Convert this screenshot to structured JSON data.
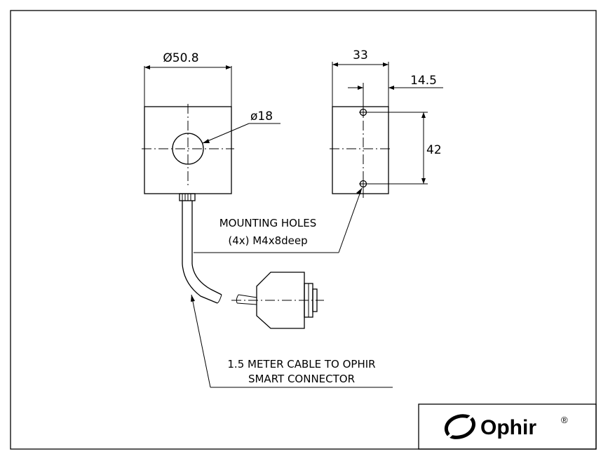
{
  "dimensions": {
    "diameter": "Ø50.8",
    "aperture": "ø18",
    "depth": "33",
    "hole_offset": "14.5",
    "hole_spacing": "42"
  },
  "notes": {
    "mounting_line1": "MOUNTING HOLES",
    "mounting_line2": "(4x) M4x8deep",
    "cable_line1": "1.5 METER CABLE TO OPHIR",
    "cable_line2": "SMART CONNECTOR"
  },
  "logo": {
    "name": "Ophir",
    "mark": "®"
  }
}
